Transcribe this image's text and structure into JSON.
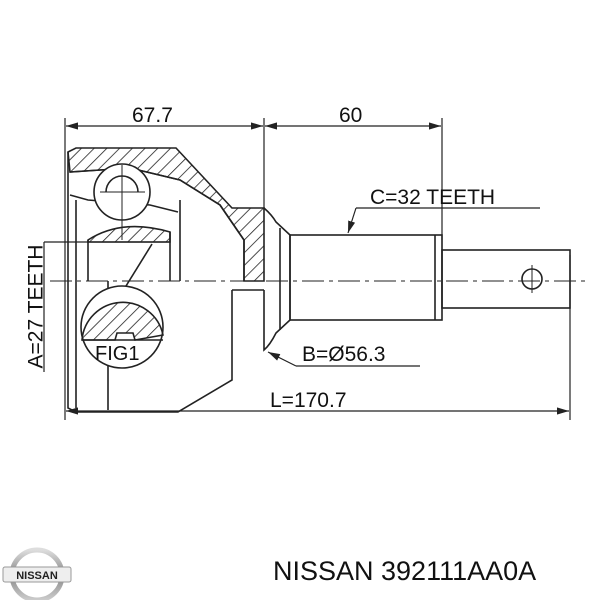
{
  "drawing": {
    "dim_left_length": "67.7",
    "dim_right_length": "60",
    "outer_spline": "C=32 TEETH",
    "inner_spline": "A=27 TEETH",
    "seal_diameter": "B=Ø56.3",
    "total_length": "L=170.7",
    "detail_label": "FIG1"
  },
  "footer": {
    "brand_logo_text": "NISSAN",
    "part_number": "NISSAN 392111AA0A"
  }
}
